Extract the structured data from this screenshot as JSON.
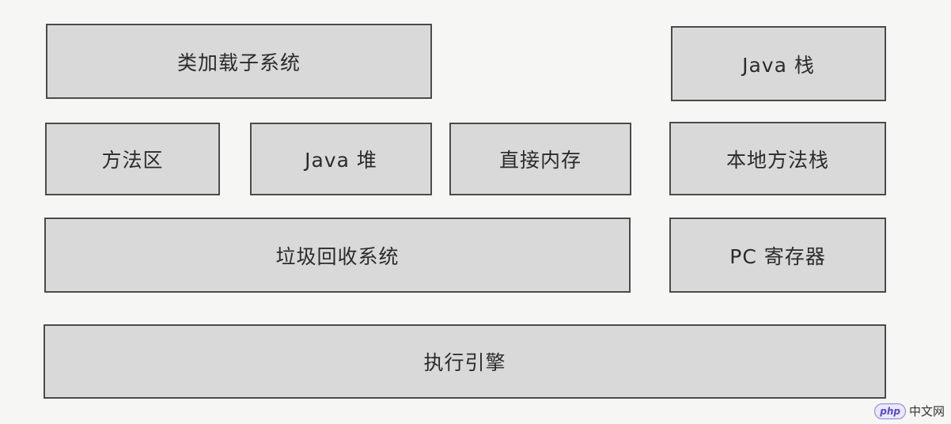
{
  "diagram": {
    "blocks": {
      "class_loader": "类加载子系统",
      "java_stack": "Java 栈",
      "method_area": "方法区",
      "java_heap": "Java 堆",
      "direct_memory": "直接内存",
      "native_method_stack": "本地方法栈",
      "garbage_collection": "垃圾回收系统",
      "pc_register": "PC 寄存器",
      "execution_engine": "执行引擎"
    }
  },
  "watermark": {
    "logo": "php",
    "text": "中文网"
  }
}
